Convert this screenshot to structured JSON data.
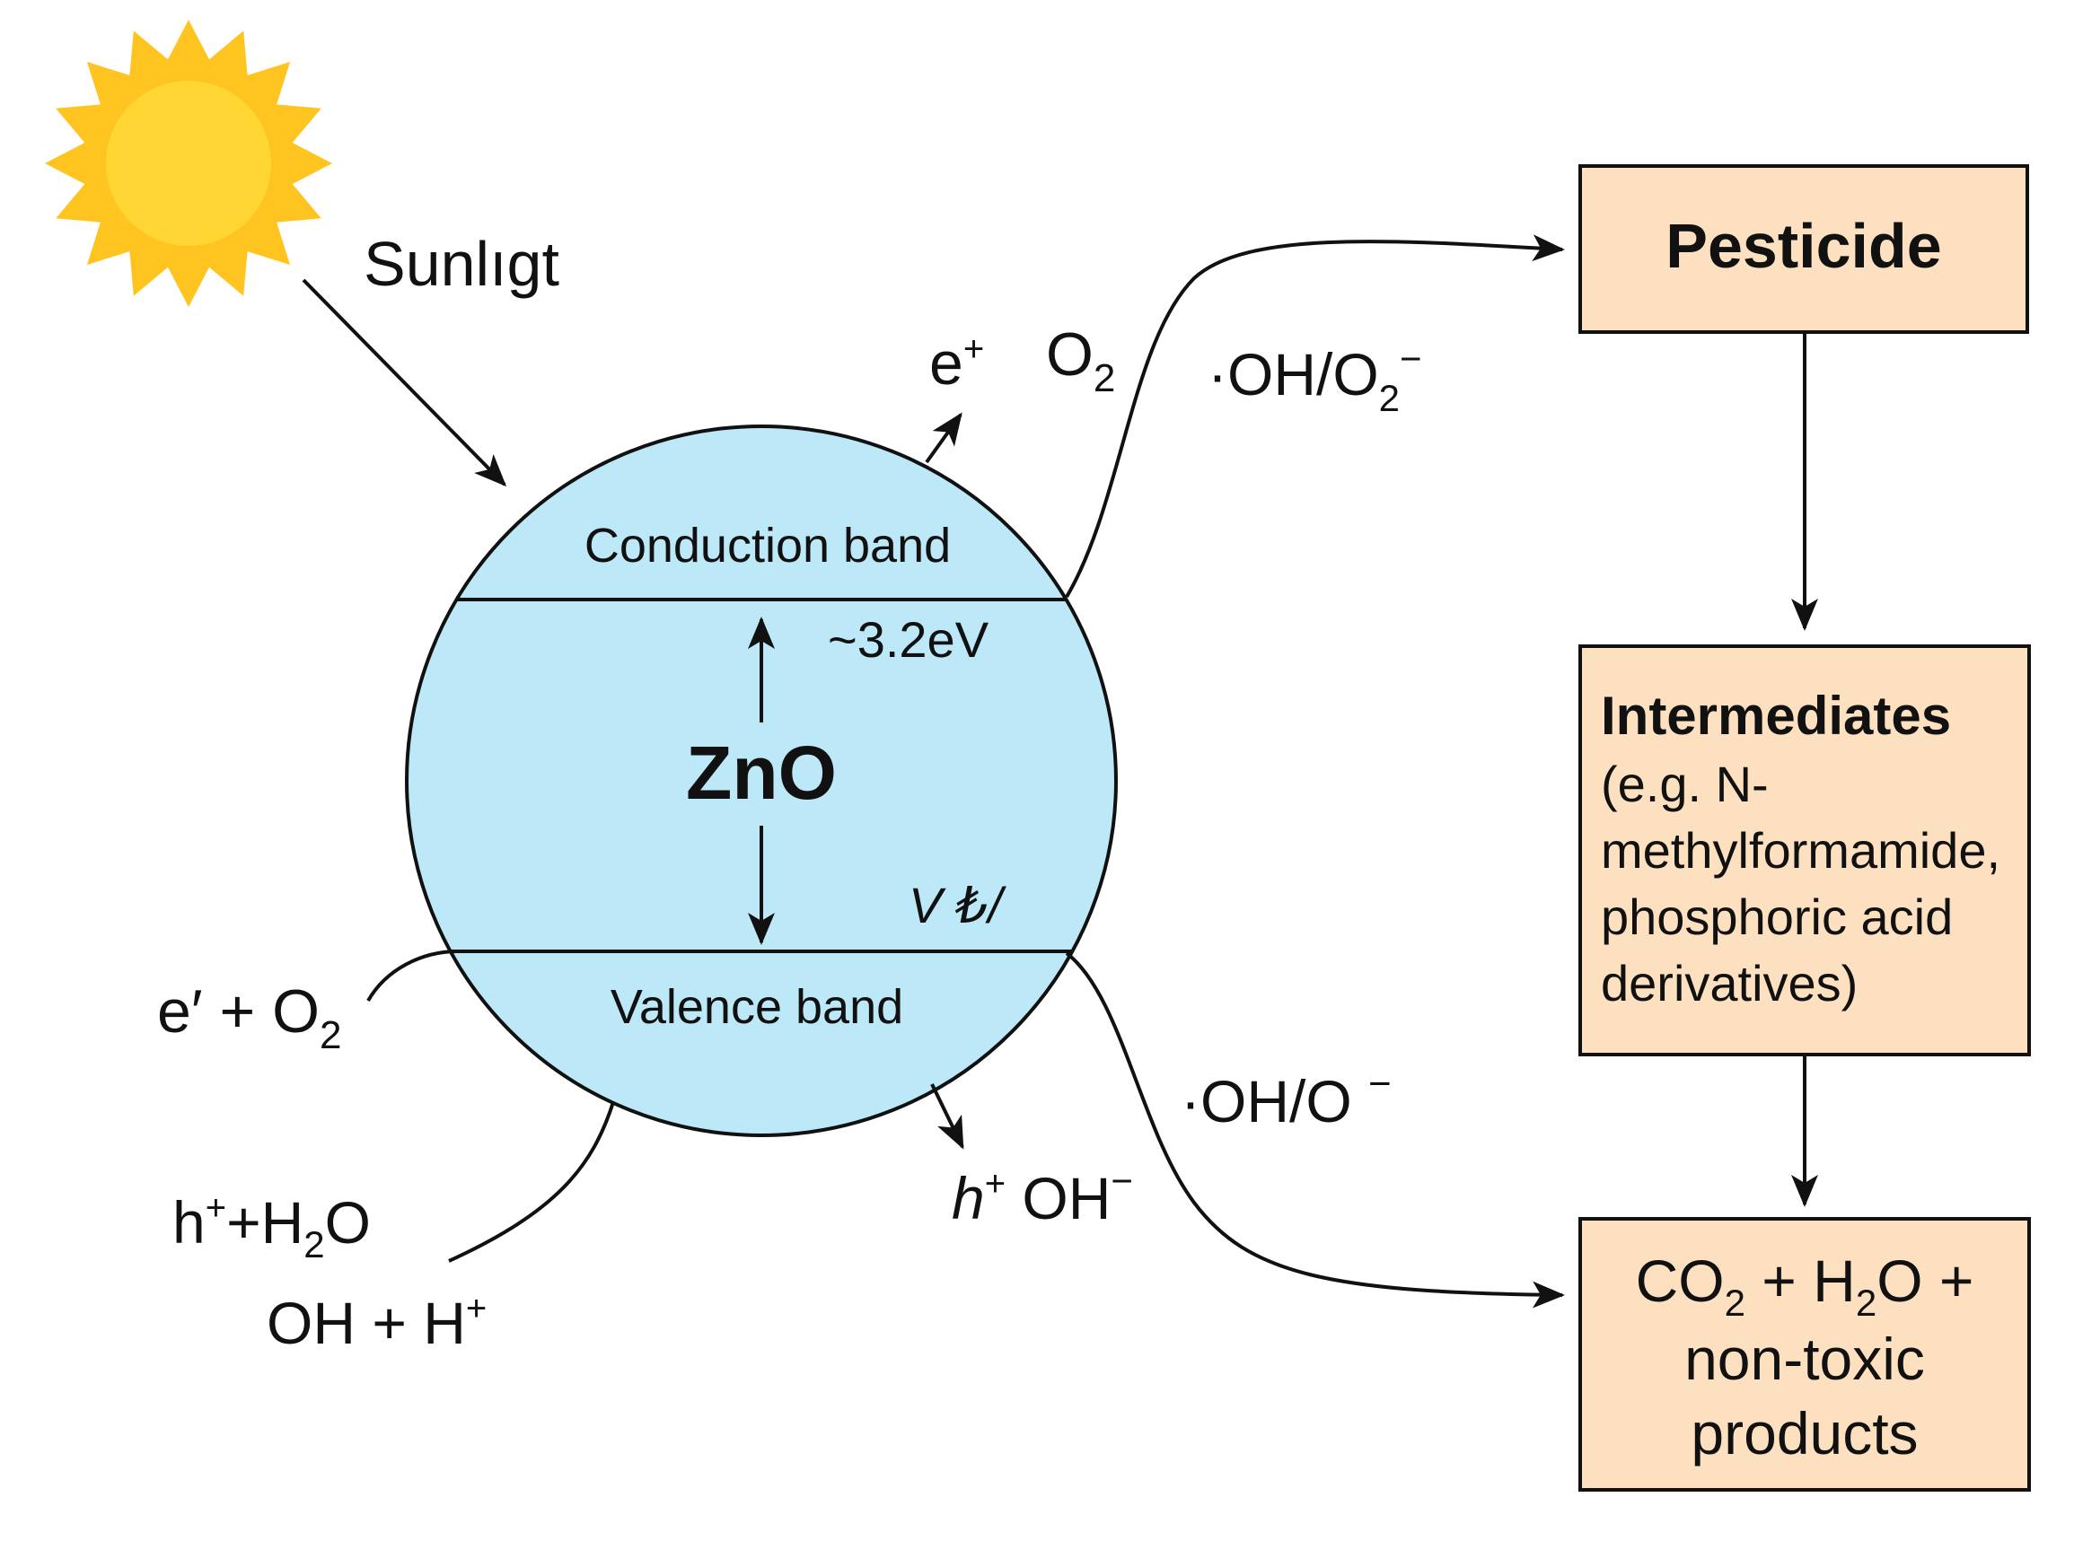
{
  "colors": {
    "particle_fill": "#bce8f7",
    "box_fill": "#fce0c0",
    "sun_core": "#ffd633",
    "sun_rays": "#ffc41f",
    "stroke": "#111111"
  },
  "icons": {
    "sun": "sun-icon"
  },
  "labels": {
    "sunlight": "Sunlıgt",
    "conduction_band": "Conduction band",
    "valence_band": "Valence band",
    "zno": "ZnO",
    "gap": "~3.2eV",
    "vb_mark": "V ₺/",
    "top_e": "e",
    "top_e_sup": "+",
    "top_o": "O",
    "top_o_sub": "2",
    "top_radical_a": "·OH/O",
    "top_radical_sub": "2",
    "top_radical_sup": "−",
    "left_e": "e′ + O",
    "left_e_sub": "2",
    "left_h": "h",
    "left_h_sup": "+",
    "left_h_rest": "+H",
    "left_h_sub": "2",
    "left_h_end": "O",
    "left_oh": "OH + H",
    "left_oh_sup": "+",
    "bottom_h": "h",
    "bottom_h_sup": "+",
    "bottom_oh": " OH",
    "bottom_oh_sup": "−",
    "bottom_radical": "·OH/O ",
    "bottom_radical_sup": "−"
  },
  "boxes": {
    "pesticide": "Pesticide",
    "intermediates_title": "Intermediates",
    "intermediates_lines": [
      "(e.g. N-",
      "methylformamide,",
      "phosphoric acid",
      "derivatives)"
    ],
    "products_co": "CO",
    "products_co_sub": "2",
    "products_plus_h": " + H",
    "products_h_sub": "2",
    "products_o_plus": "O +",
    "products_line2": "non-toxic",
    "products_line3": "products"
  }
}
